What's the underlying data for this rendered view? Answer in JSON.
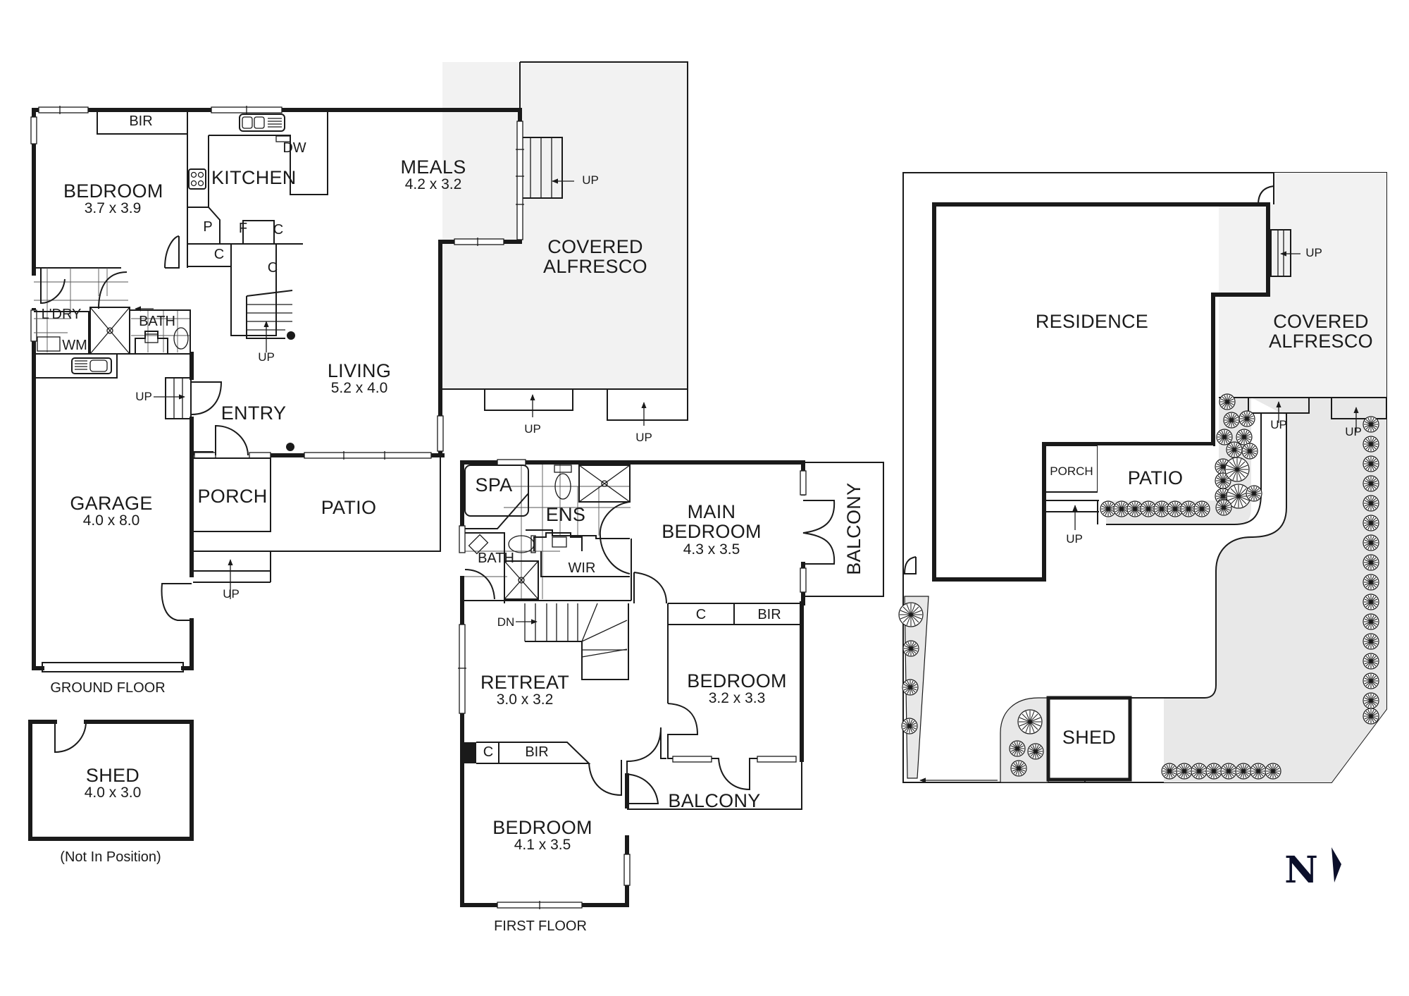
{
  "ground_floor": {
    "caption": "GROUND FLOOR",
    "rooms": {
      "bedroom": {
        "label": "BEDROOM",
        "dims": "3.7 x 3.9"
      },
      "bir": {
        "label": "BIR"
      },
      "kitchen": {
        "label": "KITCHEN"
      },
      "dw": {
        "label": "DW"
      },
      "pantry": {
        "label": "P"
      },
      "fridge": {
        "label": "F"
      },
      "cupboard1": {
        "label": "C"
      },
      "cupboard2": {
        "label": "C"
      },
      "cupboard3": {
        "label": "C"
      },
      "meals": {
        "label": "MEALS",
        "dims": "4.2 x 3.2"
      },
      "covered_alfresco": {
        "label": "COVERED",
        "label2": "ALFRESCO"
      },
      "laundry": {
        "label": "L'DRY"
      },
      "wm": {
        "label": "WM"
      },
      "bath": {
        "label": "BATH"
      },
      "living": {
        "label": "LIVING",
        "dims": "5.2 x 4.0"
      },
      "entry": {
        "label": "ENTRY"
      },
      "garage": {
        "label": "GARAGE",
        "dims": "4.0 x 8.0"
      },
      "porch": {
        "label": "PORCH"
      },
      "patio": {
        "label": "PATIO"
      }
    },
    "stair_labels": [
      "UP",
      "UP",
      "UP",
      "UP",
      "UP",
      "UP"
    ]
  },
  "shed_plan": {
    "label": "SHED",
    "dims": "4.0 x 3.0",
    "note": "(Not In Position)"
  },
  "first_floor": {
    "caption": "FIRST FLOOR",
    "rooms": {
      "spa": {
        "label": "SPA"
      },
      "ens": {
        "label": "ENS"
      },
      "bath": {
        "label": "BATH"
      },
      "wir": {
        "label": "WIR"
      },
      "main_bedroom": {
        "label": "MAIN",
        "label2": "BEDROOM",
        "dims": "4.3 x 3.5"
      },
      "balcony_east": {
        "label": "BALCONY"
      },
      "cupboard_a": {
        "label": "C"
      },
      "bir_a": {
        "label": "BIR"
      },
      "retreat": {
        "label": "RETREAT",
        "dims": "3.0 x 3.2"
      },
      "stairs": {
        "label": "DN"
      },
      "bedroom2": {
        "label": "BEDROOM",
        "dims": "3.2 x 3.3"
      },
      "cupboard_b": {
        "label": "C"
      },
      "bir_b": {
        "label": "BIR"
      },
      "balcony_south": {
        "label": "BALCONY"
      },
      "bedroom3": {
        "label": "BEDROOM",
        "dims": "4.1 x 3.5"
      }
    }
  },
  "site_plan": {
    "residence": {
      "label": "RESIDENCE"
    },
    "covered_alfresco": {
      "label": "COVERED",
      "label2": "ALFRESCO"
    },
    "porch": {
      "label": "PORCH"
    },
    "patio": {
      "label": "PATIO"
    },
    "shed": {
      "label": "SHED"
    },
    "stair_labels": [
      "UP",
      "UP",
      "UP",
      "UP"
    ]
  },
  "compass": {
    "label": "N",
    "color": "#0b0f2a"
  },
  "colors": {
    "line": "#1a1a1a",
    "covered_fill": "#f2f2f2",
    "site_fill": "#e8e8e8"
  }
}
